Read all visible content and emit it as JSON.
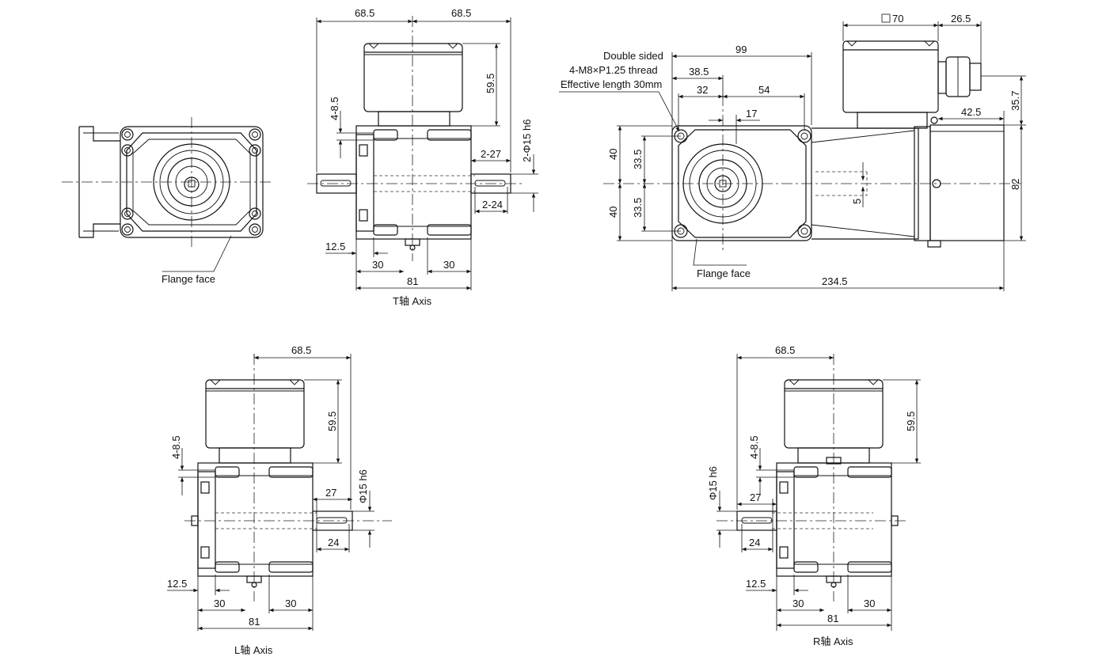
{
  "views": {
    "front": {
      "label": "Flange face"
    },
    "t_axis": {
      "caption": "T轴 Axis",
      "dims": {
        "half_w_left": "68.5",
        "half_w_right": "68.5",
        "motor_h": "59.5",
        "bolt": "4-8.5",
        "shaft_dia": "2-Φ15 h6",
        "shaft_len": "2-27",
        "key_len": "2-24",
        "offset": "12.5",
        "seg_left": "30",
        "seg_right": "30",
        "total": "81"
      }
    },
    "side": {
      "thread_note": [
        "Double sided",
        "4-M8×P1.25 thread",
        "Effective length 30mm"
      ],
      "flange_label": "Flange face",
      "dims": {
        "d99": "99",
        "d38_5": "38.5",
        "d32": "32",
        "d54": "54",
        "d17": "17",
        "sq70": "70",
        "d26_5": "26.5",
        "d35_7": "35.7",
        "d42_5": "42.5",
        "h82": "82",
        "h40a": "40",
        "h40b": "40",
        "h33_5a": "33.5",
        "h33_5b": "33.5",
        "key5": "5",
        "total": "234.5"
      }
    },
    "l_axis": {
      "caption": "L轴 Axis",
      "dims": {
        "half_w": "68.5",
        "motor_h": "59.5",
        "bolt": "4-8.5",
        "shaft_dia": "Φ15 h6",
        "shaft_len": "27",
        "key_len": "24",
        "offset": "12.5",
        "seg_left": "30",
        "seg_right": "30",
        "total": "81"
      }
    },
    "r_axis": {
      "caption": "R轴 Axis",
      "dims": {
        "half_w": "68.5",
        "motor_h": "59.5",
        "bolt": "4-8.5",
        "shaft_dia": "Φ15 h6",
        "shaft_len": "27",
        "key_len": "24",
        "offset": "12.5",
        "seg_left": "30",
        "seg_right": "30",
        "total": "81"
      }
    }
  },
  "colors": {
    "line": "#111111",
    "background": "#ffffff"
  }
}
